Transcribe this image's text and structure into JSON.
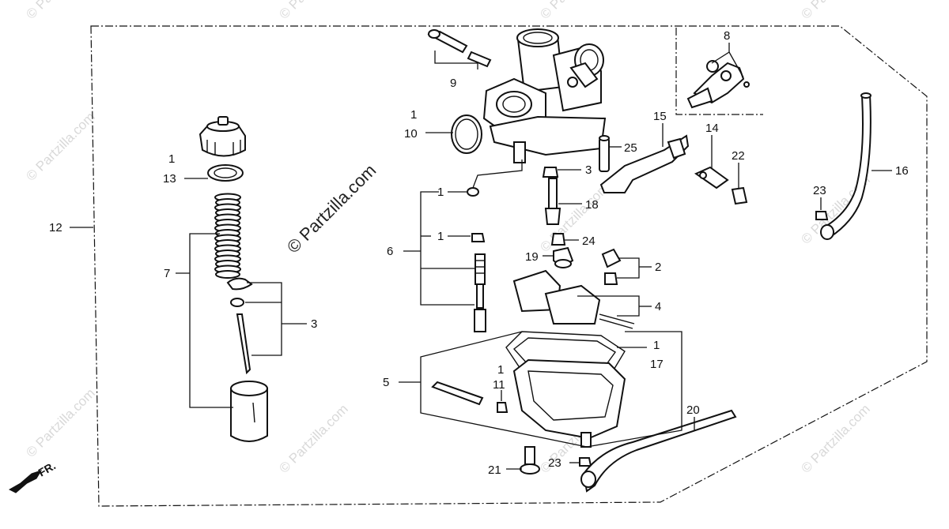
{
  "diagram": {
    "watermark_main": "© Partzilla.com",
    "watermark_repeat": "© Partzilla.com",
    "direction_label": "FR.",
    "callouts": {
      "c1_a": "1",
      "c10": "10",
      "c9": "9",
      "c8": "8",
      "c15": "15",
      "c14": "14",
      "c22": "22",
      "c16": "16",
      "c23_a": "23",
      "c25": "25",
      "c3_a": "3",
      "c1_b": "1",
      "c18": "18",
      "c1_c": "1",
      "c24": "24",
      "c6": "6",
      "c19": "19",
      "c2": "2",
      "c4": "4",
      "c1_d": "1",
      "c17": "17",
      "c5": "5",
      "c1_e": "1",
      "c11": "11",
      "c20": "20",
      "c21": "21",
      "c23_b": "23",
      "c12": "12",
      "c1_f": "1",
      "c13": "13",
      "c7": "7",
      "c3_b": "3"
    }
  }
}
